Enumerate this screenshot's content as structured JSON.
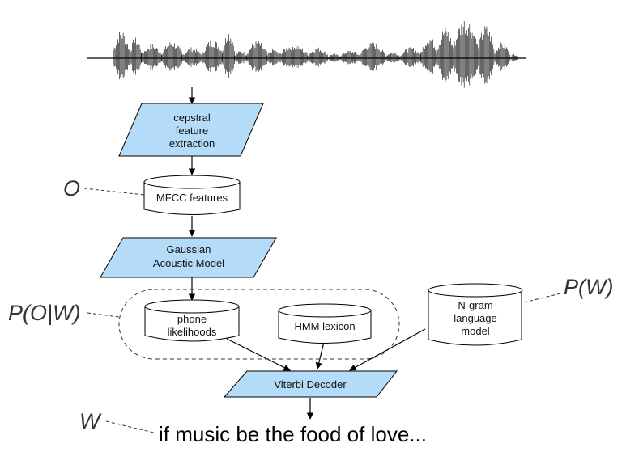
{
  "colors": {
    "process_fill": "#b4dcf8",
    "storage_fill": "#ffffff",
    "stroke": "#000000",
    "dashed": "#333333"
  },
  "nodes": {
    "cepstral": {
      "lines": [
        "cepstral",
        "feature",
        "extraction"
      ],
      "shape": "parallelogram"
    },
    "mfcc": {
      "lines": [
        "MFCC features"
      ],
      "shape": "cylinder"
    },
    "gaussian": {
      "lines": [
        "Gaussian",
        "Acoustic Model"
      ],
      "shape": "parallelogram"
    },
    "phone": {
      "lines": [
        "phone",
        "likelihoods"
      ],
      "shape": "cylinder"
    },
    "hmm": {
      "lines": [
        "HMM lexicon"
      ],
      "shape": "cylinder"
    },
    "ngram": {
      "lines": [
        "N-gram",
        "language",
        "model"
      ],
      "shape": "cylinder"
    },
    "viterbi": {
      "lines": [
        "Viterbi Decoder"
      ],
      "shape": "parallelogram"
    }
  },
  "variables": {
    "o": "O",
    "p_o_w": "P(O|W)",
    "p_w": "P(W)",
    "w": "W"
  },
  "output_text": "if music be the food of love...",
  "waveform_icon": "speech-waveform"
}
